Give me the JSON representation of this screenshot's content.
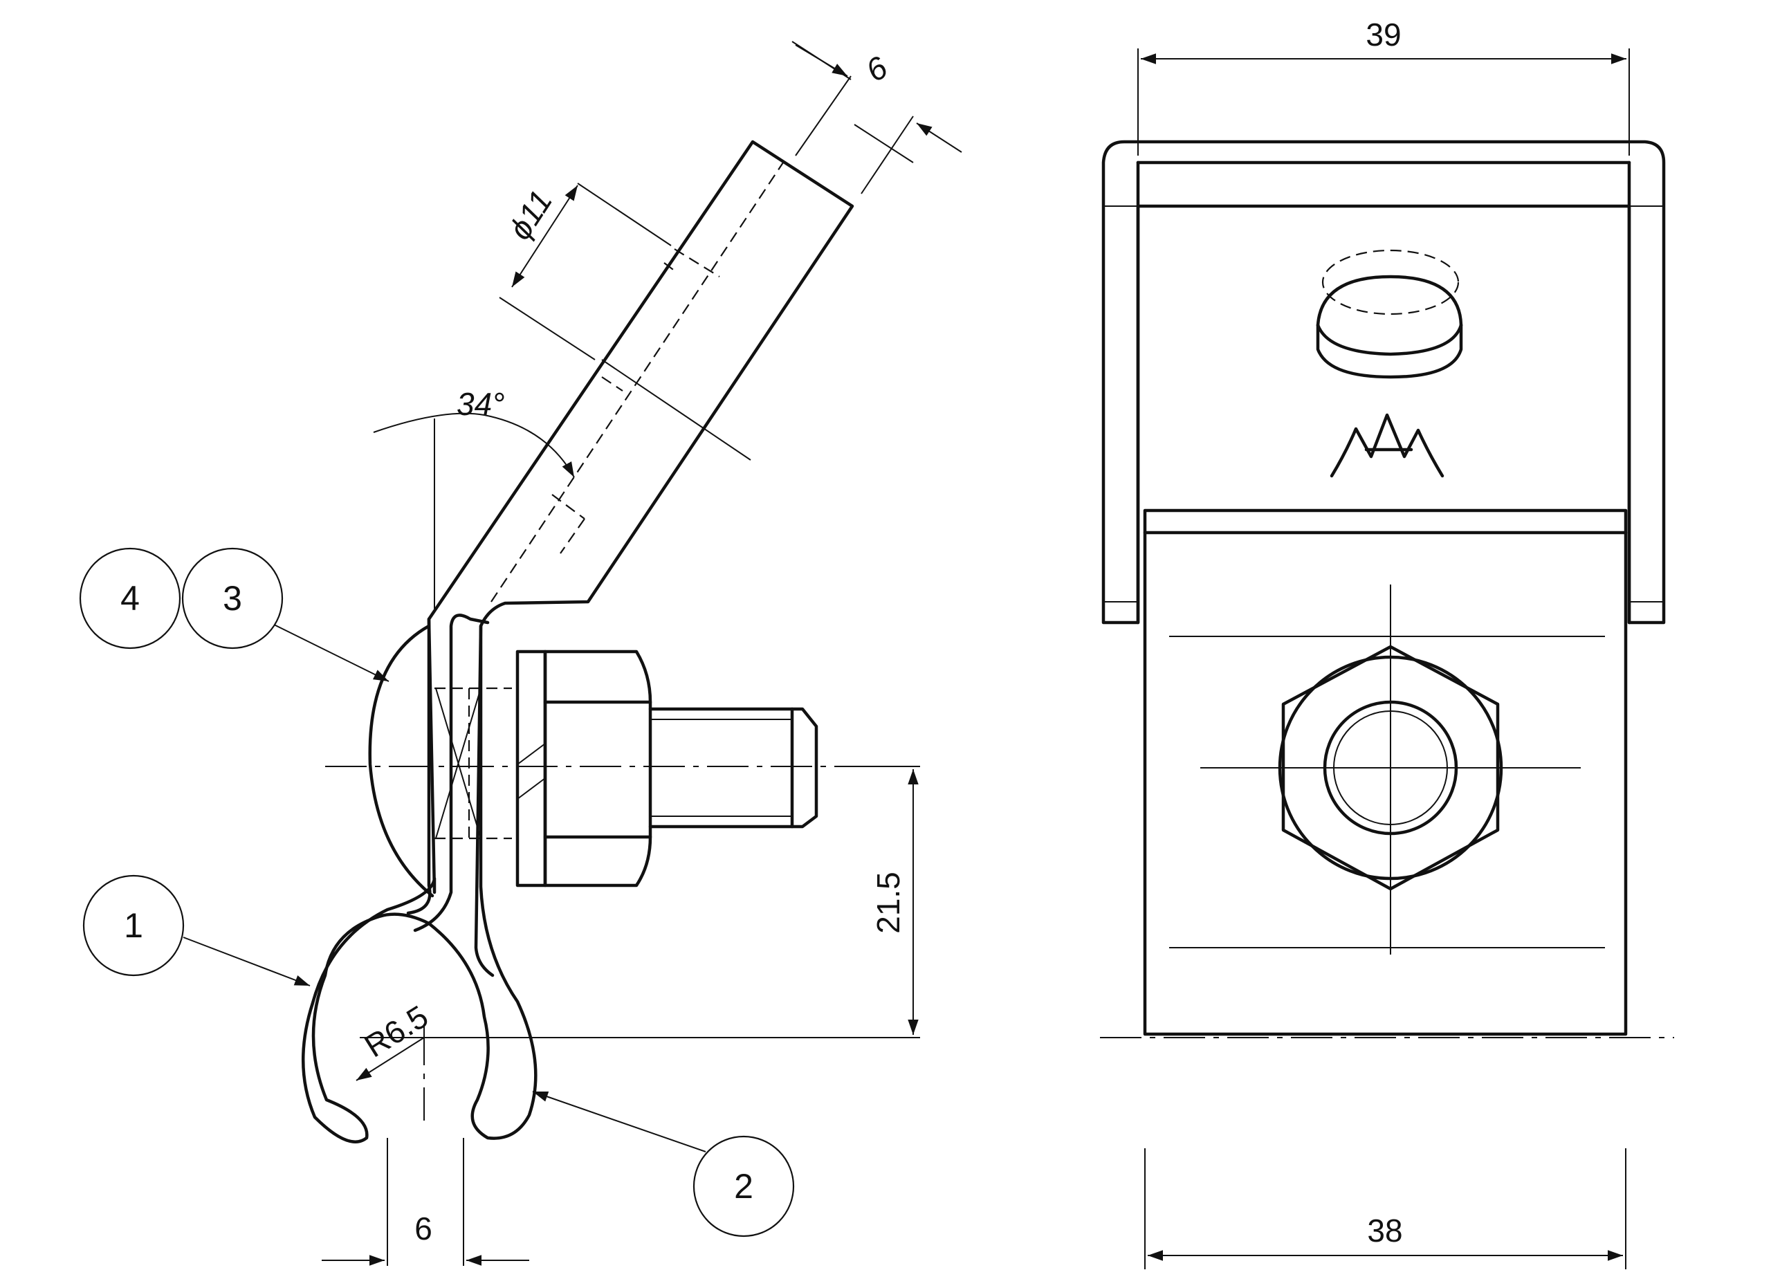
{
  "dimensions": {
    "top_width": "39",
    "bottom_width": "38",
    "slot_width": "6",
    "plate_thickness": "6",
    "hole_diameter": "ϕ11",
    "angle": "34°",
    "radius": "R6.5",
    "height": "21.5"
  },
  "balloons": [
    "1",
    "2",
    "3",
    "4"
  ],
  "logo": {
    "text": "AM",
    "icon": "maker-logo-icon"
  },
  "colors": {
    "line": "#111111",
    "paper": "#ffffff"
  }
}
